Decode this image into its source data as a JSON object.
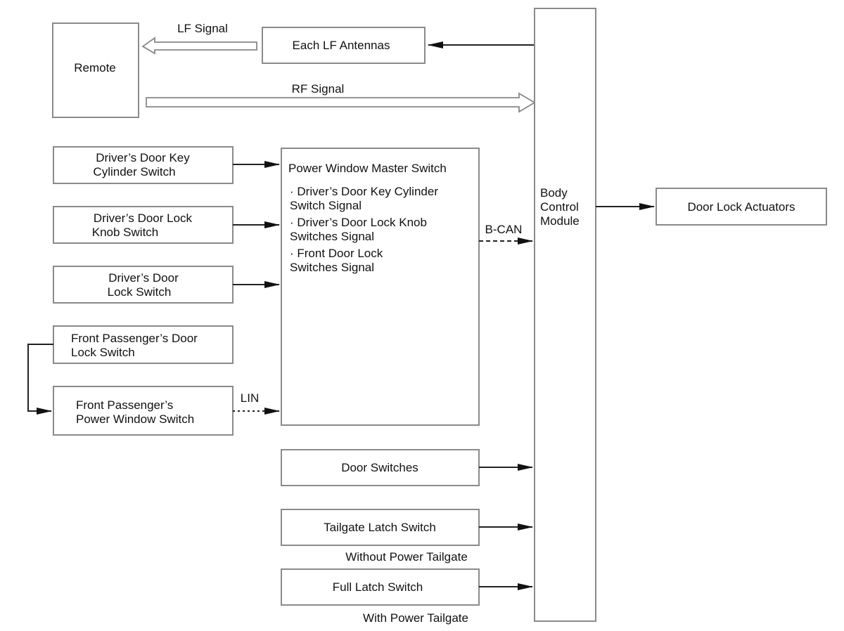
{
  "remote": {
    "label": "Remote"
  },
  "lf_signal": {
    "label": "LF Signal"
  },
  "lf_antennas": {
    "label": "Each LF Antennas"
  },
  "rf_signal": {
    "label": "RF Signal"
  },
  "bcm": {
    "lines": [
      "Body",
      "Control",
      "Module"
    ]
  },
  "door_lock_actuators": {
    "label": "Door Lock Actuators"
  },
  "inputs": [
    {
      "lines": [
        "Driver’s Door Key",
        "Cylinder Switch"
      ]
    },
    {
      "lines": [
        "Driver’s Door Lock",
        "Knob Switch"
      ]
    },
    {
      "lines": [
        "Driver’s Door",
        "Lock Switch"
      ]
    },
    {
      "lines": [
        "Front Passenger’s Door",
        "Lock Switch"
      ]
    },
    {
      "lines": [
        "Front Passenger’s",
        "Power Window Switch"
      ]
    }
  ],
  "lin": {
    "label": "LIN"
  },
  "pwms": {
    "title": "Power Window Master Switch",
    "lines": [
      "· Driver’s Door Key Cylinder",
      "Switch Signal",
      "· Driver’s Door Lock Knob",
      "Switches Signal",
      "· Front Door Lock",
      "Switches Signal"
    ]
  },
  "bcan": {
    "label": "B-CAN"
  },
  "door_switches": {
    "label": "Door Switches"
  },
  "tailgate_latch": {
    "label": "Tailgate Latch Switch",
    "note": "Without Power Tailgate"
  },
  "full_latch": {
    "label": "Full Latch Switch",
    "note": "With Power Tailgate"
  }
}
